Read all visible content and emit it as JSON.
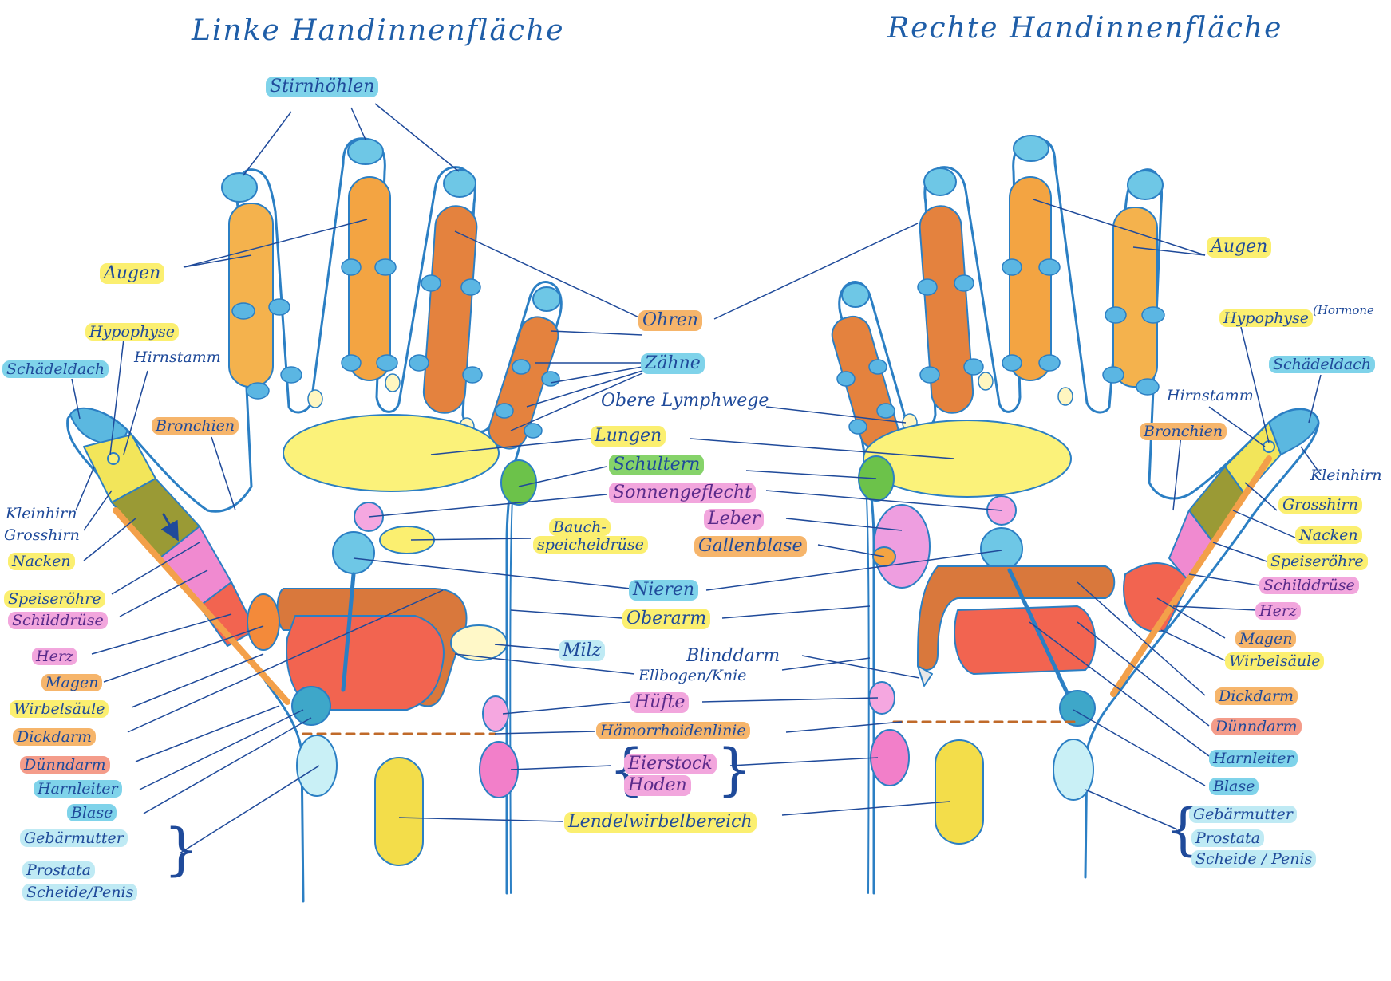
{
  "titles": {
    "left": "Linke Handinnenfläche",
    "right": "Rechte Handinnenfläche"
  },
  "center": {
    "stirnhoehlen": "Stirnhöhlen",
    "ohren": "Ohren",
    "zaehne": "Zähne",
    "obere_lymphwege": "Obere Lymphwege",
    "lungen": "Lungen",
    "schultern": "Schultern",
    "sonnengeflecht": "Sonnengeflecht",
    "bauch_1": "Bauch-",
    "bauch_2": "speicheldrüse",
    "leber": "Leber",
    "gallenblase": "Gallenblase",
    "nieren": "Nieren",
    "oberarm": "Oberarm",
    "milz": "Milz",
    "blinddarm": "Blinddarm",
    "ellbogen": "Ellbogen/Knie",
    "huefte": "Hüfte",
    "haemorrhoiden": "Hämorrhoidenlinie",
    "eierstock": "Eierstock",
    "hoden": "Hoden",
    "lendel": "Lendelwirbelbereich"
  },
  "left": {
    "augen": "Augen",
    "hypophyse": "Hypophyse",
    "hirnstamm": "Hirnstamm",
    "schaedeldach": "Schädeldach",
    "bronchien": "Bronchien",
    "kleinhirn": "Kleinhirn",
    "grosshirn": "Grosshirn",
    "nacken": "Nacken",
    "speiseroehre": "Speiseröhre",
    "schilddruese": "Schilddrüse",
    "herz": "Herz",
    "magen": "Magen",
    "wirbelsaeule": "Wirbelsäule",
    "dickdarm": "Dickdarm",
    "duenndarm": "Dünndarm",
    "harnleiter": "Harnleiter",
    "blase": "Blase",
    "gebaermutter": "Gebärmutter",
    "prostata": "Prostata",
    "scheide": "Scheide/Penis"
  },
  "right": {
    "augen": "Augen",
    "hypophyse": "Hypophyse",
    "hormone": "(Hormone",
    "schaedeldach": "Schädeldach",
    "hirnstamm": "Hirnstamm",
    "bronchien": "Bronchien",
    "kleinhirn": "Kleinhirn",
    "grosshirn": "Grosshirn",
    "nacken": "Nacken",
    "speiseroehre": "Speiseröhre",
    "schilddruese": "Schilddrüse",
    "herz": "Herz",
    "magen": "Magen",
    "wirbelsaeule": "Wirbelsäule",
    "dickdarm": "Dickdarm",
    "duenndarm": "Dünndarm",
    "harnleiter": "Harnleiter",
    "blase": "Blase",
    "gebaermutter": "Gebärmutter",
    "prostata": "Prostata",
    "scheide": "Scheide / Penis"
  },
  "colors": {
    "outline": "#2b7fc4",
    "ink": "#1f4a9a",
    "yellow": "#fbef70",
    "orange": "#f3a04a",
    "cyan": "#5fc3e4",
    "pink": "#f08ad0",
    "red": "#f06048",
    "brown": "#d5782f",
    "olive": "#9a9a35",
    "green": "#6cc24a"
  }
}
